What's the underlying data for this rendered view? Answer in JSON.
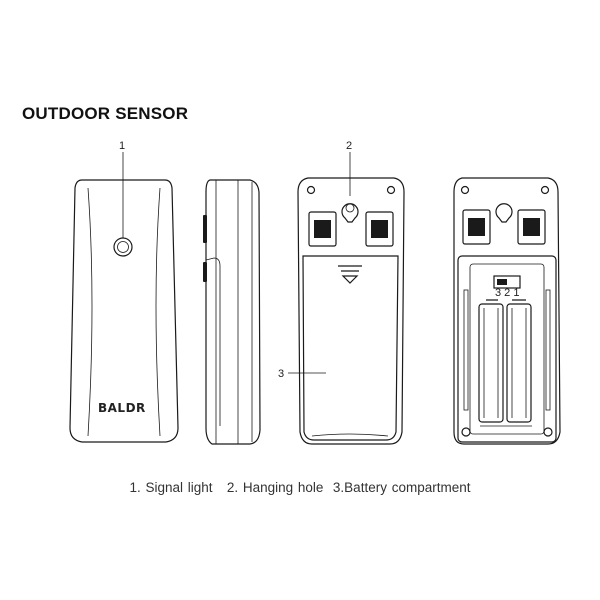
{
  "title": "OUTDOOR SENSOR",
  "brand_logo": "BALDR",
  "callouts": {
    "signal_light": "1",
    "hanging_hole": "2",
    "battery_compartment": "3"
  },
  "caption": {
    "item1": "1. Signal light",
    "item2": "2. Hanging hole",
    "item3": "3.Battery compartment"
  },
  "battery_slot_numbers": "3 2 1"
}
